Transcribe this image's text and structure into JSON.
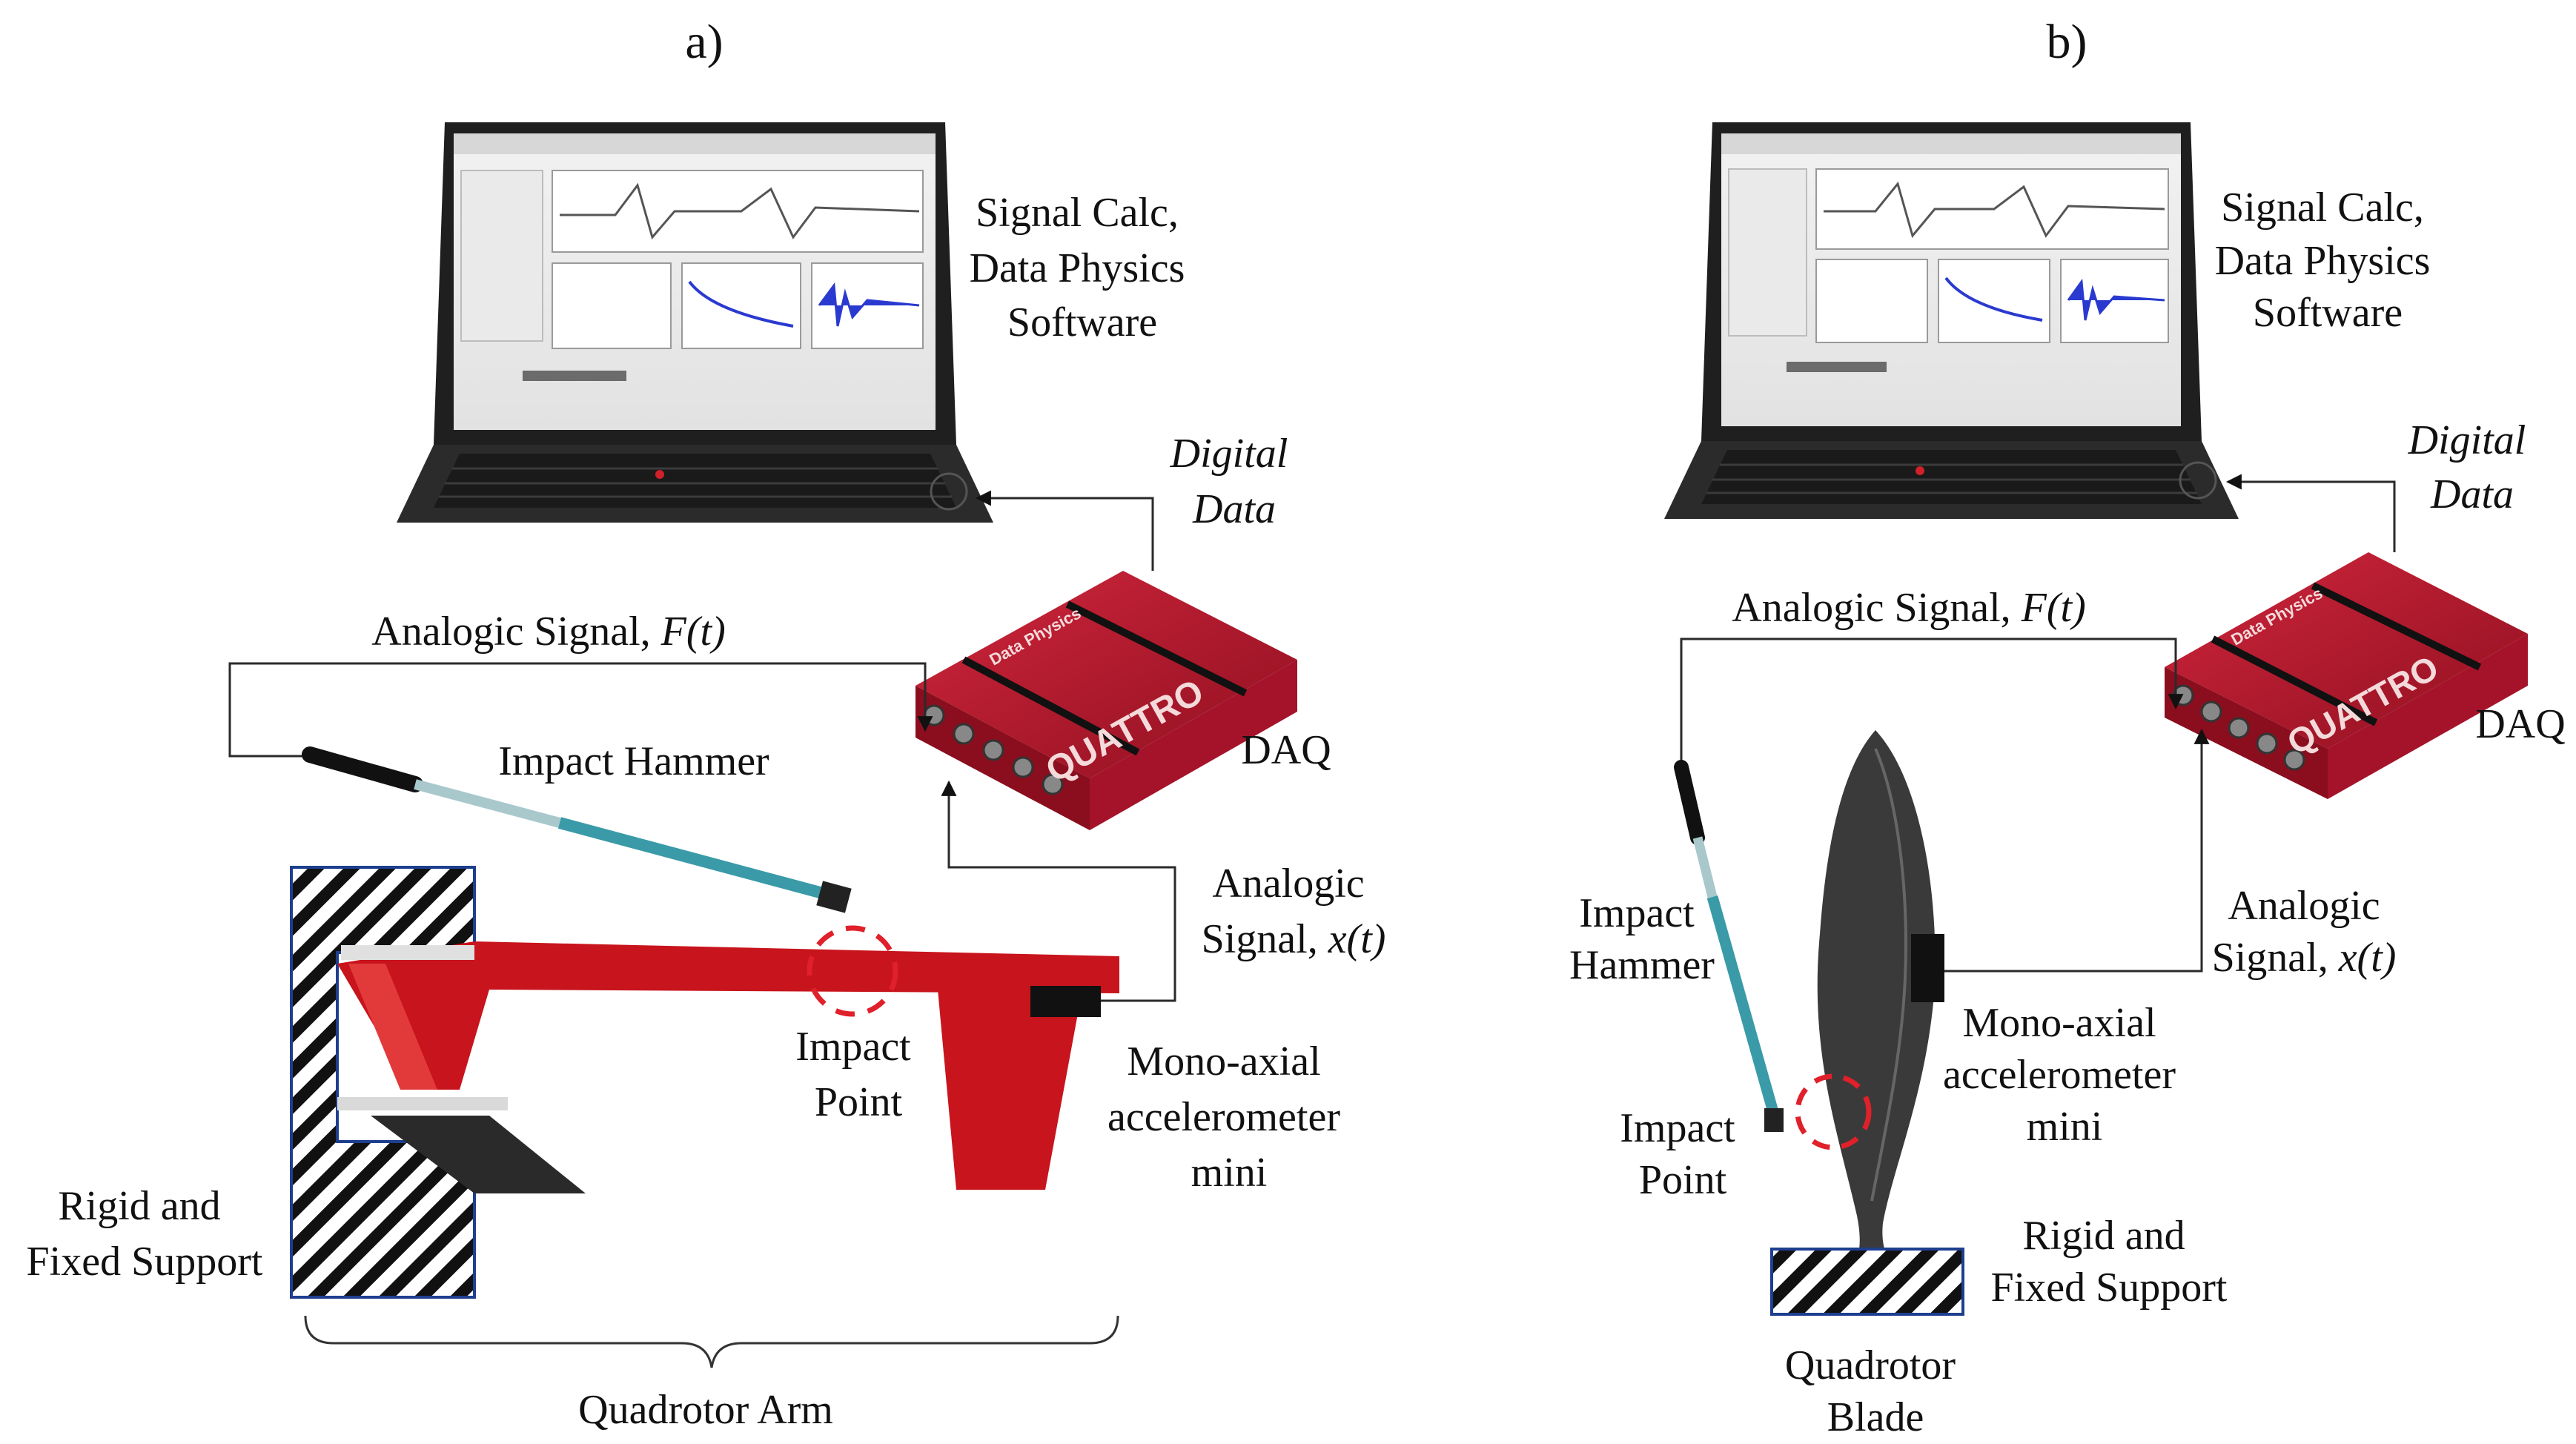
{
  "panels": [
    {
      "tag": "a)",
      "software": [
        "Signal Calc,",
        "Data Physics",
        "Software"
      ],
      "digital_data": [
        "Digital",
        "Data"
      ],
      "signal_force": {
        "text": "Analogic Signal, ",
        "var": "F(t)"
      },
      "hammer": [
        "Impact Hammer"
      ],
      "daq": "DAQ",
      "signal_accel": {
        "line1": "Analogic",
        "line2": "Signal, ",
        "var": "x(t)"
      },
      "impact_point": [
        "Impact",
        "Point"
      ],
      "accelerometer": [
        "Mono-axial",
        "accelerometer",
        "mini"
      ],
      "support": [
        "Rigid and",
        "Fixed Support"
      ],
      "specimen": [
        "Quadrotor Arm"
      ]
    },
    {
      "tag": "b)",
      "software": [
        "Signal Calc,",
        "Data Physics",
        "Software"
      ],
      "digital_data": [
        "Digital",
        "Data"
      ],
      "signal_force": {
        "text": "Analogic Signal, ",
        "var": "F(t)"
      },
      "hammer": [
        "Impact",
        "Hammer"
      ],
      "daq": "DAQ",
      "signal_accel": {
        "line1": "Analogic",
        "line2": "Signal, ",
        "var": "x(t)"
      },
      "impact_point": [
        "Impact",
        "Point"
      ],
      "accelerometer": [
        "Mono-axial",
        "accelerometer",
        "mini"
      ],
      "support": [
        "Rigid and",
        "Fixed Support"
      ],
      "specimen": [
        "Quadrotor",
        "Blade"
      ]
    }
  ],
  "daq_brand": "QUATTRO",
  "daq_maker": "Data Physics",
  "colors": {
    "daq_red": "#b0142a",
    "arm_red": "#c8141c",
    "impact_circle": "#e0202a",
    "hammer_shaft": "#3a9aa8",
    "blade": "#3a3a3a",
    "support_frame": "#1e3f8f"
  }
}
